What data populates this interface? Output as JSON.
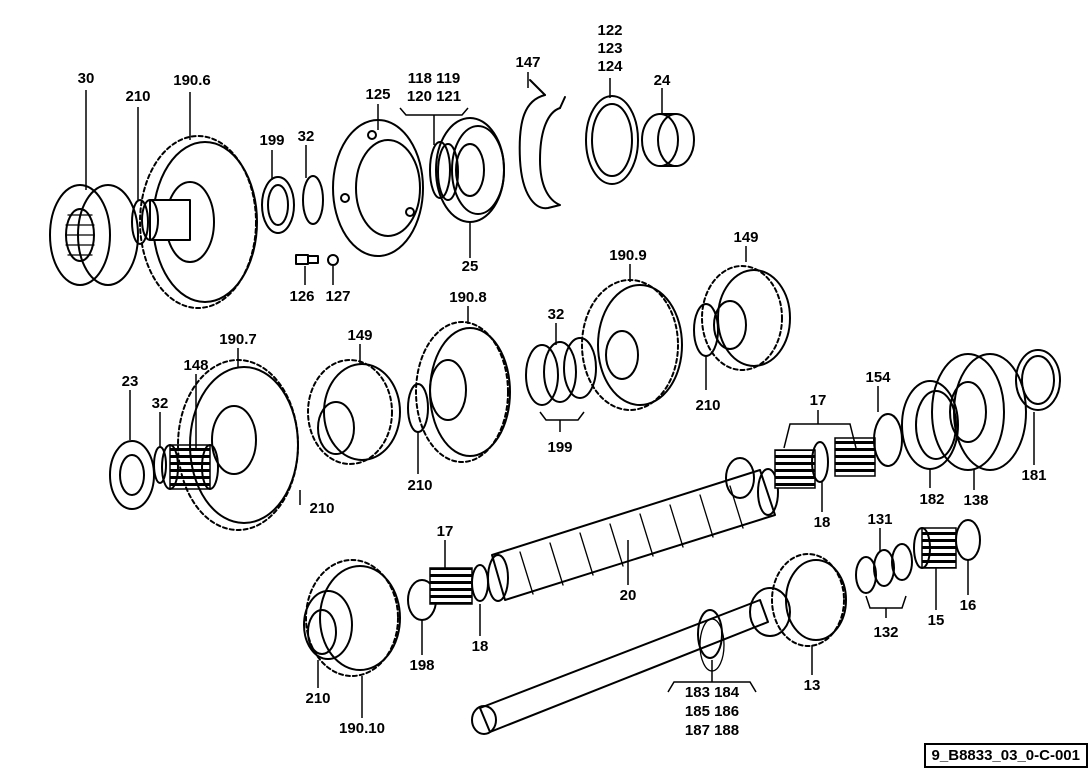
{
  "drawing_ref": "9_B8833_03_0-C-001",
  "labels": [
    {
      "id": "l30",
      "text": "30"
    },
    {
      "id": "l210a",
      "text": "210"
    },
    {
      "id": "l1906",
      "text": "190.6"
    },
    {
      "id": "l199a",
      "text": "199"
    },
    {
      "id": "l32a",
      "text": "32"
    },
    {
      "id": "l125",
      "text": "125"
    },
    {
      "id": "l118",
      "text": "118 119"
    },
    {
      "id": "l120",
      "text": "120 121"
    },
    {
      "id": "l147",
      "text": "147"
    },
    {
      "id": "l122",
      "text": "122"
    },
    {
      "id": "l123",
      "text": "123"
    },
    {
      "id": "l124",
      "text": "124"
    },
    {
      "id": "l24",
      "text": "24"
    },
    {
      "id": "l126",
      "text": "126"
    },
    {
      "id": "l127",
      "text": "127"
    },
    {
      "id": "l25",
      "text": "25"
    },
    {
      "id": "l1909",
      "text": "190.9"
    },
    {
      "id": "l149a",
      "text": "149"
    },
    {
      "id": "l1908",
      "text": "190.8"
    },
    {
      "id": "l32b",
      "text": "32"
    },
    {
      "id": "l1907",
      "text": "190.7"
    },
    {
      "id": "l149b",
      "text": "149"
    },
    {
      "id": "l148",
      "text": "148"
    },
    {
      "id": "l23",
      "text": "23"
    },
    {
      "id": "l32c",
      "text": "32"
    },
    {
      "id": "l210b",
      "text": "210"
    },
    {
      "id": "l210c",
      "text": "210"
    },
    {
      "id": "l199b",
      "text": "199"
    },
    {
      "id": "l210d",
      "text": "210"
    },
    {
      "id": "l154",
      "text": "154"
    },
    {
      "id": "l17a",
      "text": "17"
    },
    {
      "id": "l181",
      "text": "181"
    },
    {
      "id": "l182",
      "text": "182"
    },
    {
      "id": "l138",
      "text": "138"
    },
    {
      "id": "l18a",
      "text": "18"
    },
    {
      "id": "l17b",
      "text": "17"
    },
    {
      "id": "l131",
      "text": "131"
    },
    {
      "id": "l20",
      "text": "20"
    },
    {
      "id": "l16",
      "text": "16"
    },
    {
      "id": "l15",
      "text": "15"
    },
    {
      "id": "l132",
      "text": "132"
    },
    {
      "id": "l18b",
      "text": "18"
    },
    {
      "id": "l198",
      "text": "198"
    },
    {
      "id": "l13",
      "text": "13"
    },
    {
      "id": "l210e",
      "text": "210"
    },
    {
      "id": "l19010",
      "text": "190.10"
    },
    {
      "id": "l183",
      "text": "183 184"
    },
    {
      "id": "l185",
      "text": "185 186"
    },
    {
      "id": "l187",
      "text": "187 188"
    }
  ]
}
